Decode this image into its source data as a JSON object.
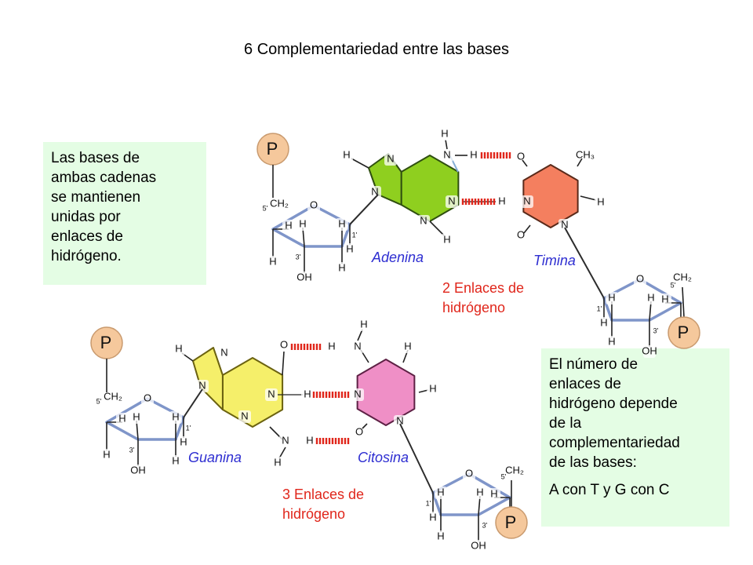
{
  "title": "6 Complementariedad  entre las bases",
  "note_left": {
    "lines": [
      "Las bases de",
      "ambas cadenas",
      "se mantienen",
      "unidas por",
      "enlaces de",
      "hidrógeno."
    ]
  },
  "note_right": {
    "lines": [
      "El número de",
      "enlaces de",
      "hidrógeno depende",
      "de la",
      "complementariedad",
      "de las bases:"
    ],
    "pairs": "A con T y G con C"
  },
  "base_labels": {
    "adenina": "Adenina",
    "timina": "Timina",
    "guanina": "Guanina",
    "citosina": "Citosina"
  },
  "bond_labels": {
    "at": [
      "2 Enlaces de",
      "hidrógeno"
    ],
    "gc": [
      "3 Enlaces de",
      "hidrógeno"
    ]
  },
  "atoms": {
    "phosphate": "P",
    "nitrogen": "N",
    "oxygen": "O",
    "hydrogen": "H",
    "ch2": "CH₂",
    "ch3": "CH₃",
    "oh": "OH",
    "carbon_1": "1'",
    "carbon_3": "3'",
    "carbon_5": "5'"
  },
  "colors": {
    "adenina": "#8fcf1f",
    "timina": "#f47f5f",
    "guanina": "#f5ef6a",
    "citosina": "#ef8fc6",
    "phosphate": "#f5c89c",
    "note_bg": "#e4fde4",
    "hbond": "#e0261b",
    "base_label": "#2e2ed1",
    "sugar_bond": "#7f95c9"
  }
}
